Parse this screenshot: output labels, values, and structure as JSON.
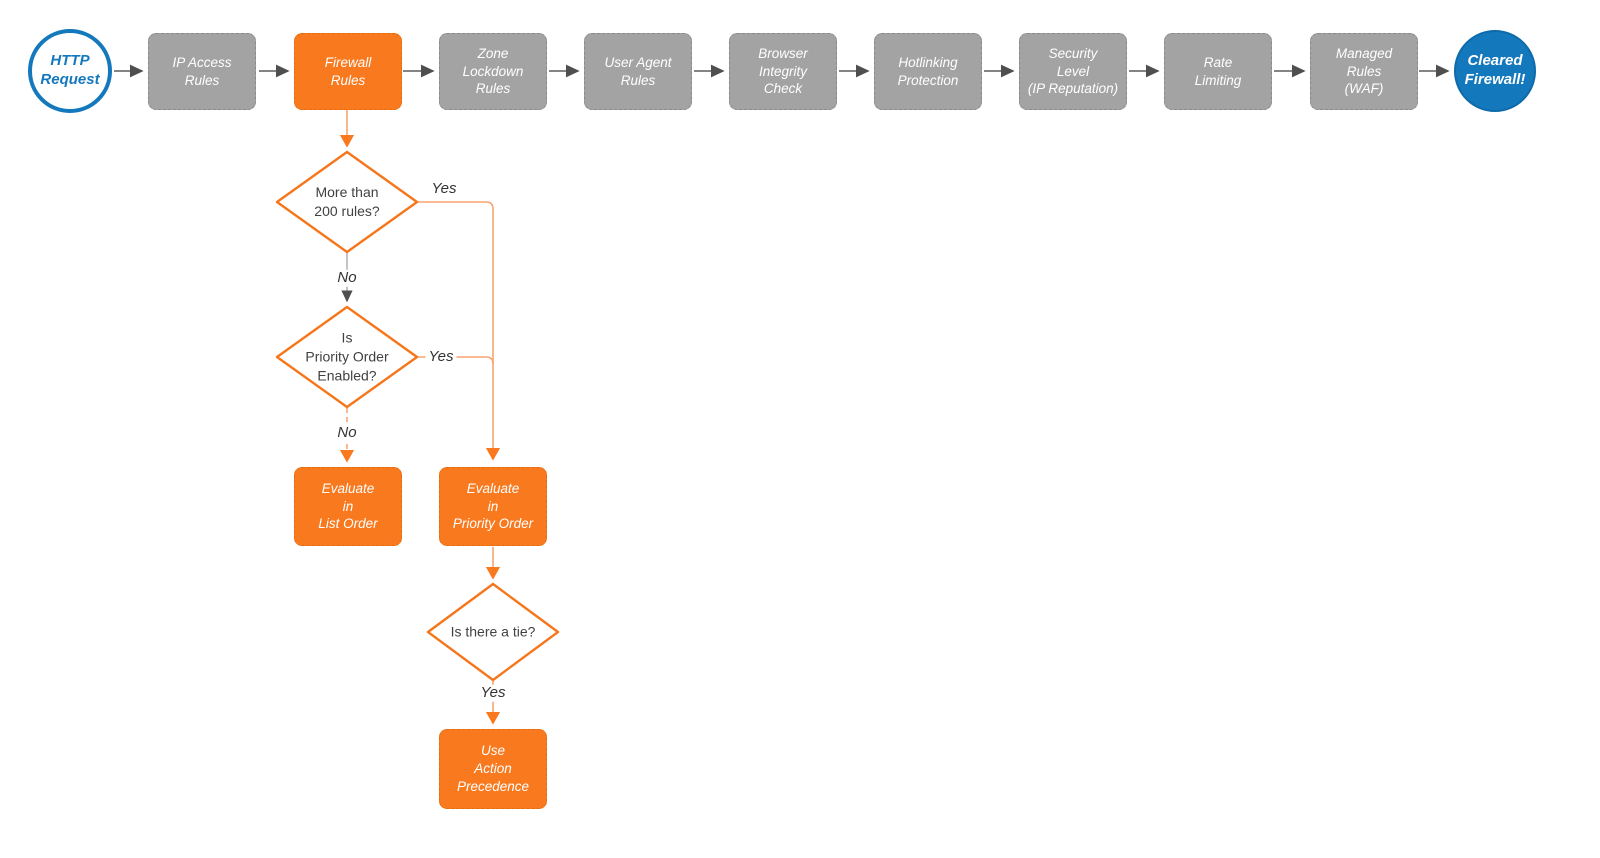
{
  "colors": {
    "accent_orange": "#F8791E",
    "connector_orange": "#F79E66",
    "node_gray": "#A3A3A3",
    "accent_blue": "#1478BD",
    "connector_gray": "#4f4f4f"
  },
  "flow": {
    "start": "HTTP\nRequest",
    "pipeline": [
      "IP Access\nRules",
      "Firewall\nRules",
      "Zone\nLockdown\nRules",
      "User Agent\nRules",
      "Browser\nIntegrity\nCheck",
      "Hotlinking\nProtection",
      "Security\nLevel\n(IP Reputation)",
      "Rate\nLimiting",
      "Managed\nRules\n(WAF)"
    ],
    "end": "Cleared\nFirewall!",
    "decisions": {
      "more_than_200_rules": "More than\n200 rules?",
      "priority_order_enabled": "Is\nPriority Order\nEnabled?",
      "is_there_a_tie": "Is there a tie?"
    },
    "actions": {
      "list_order": "Evaluate\nin\nList Order",
      "priority_order": "Evaluate\nin\nPriority Order",
      "action_precedence": "Use\nAction\nPrecedence"
    },
    "edge_labels": {
      "d1_yes": "Yes",
      "d1_no": "No",
      "d2_yes": "Yes",
      "d2_no": "No",
      "d3_yes": "Yes"
    }
  }
}
